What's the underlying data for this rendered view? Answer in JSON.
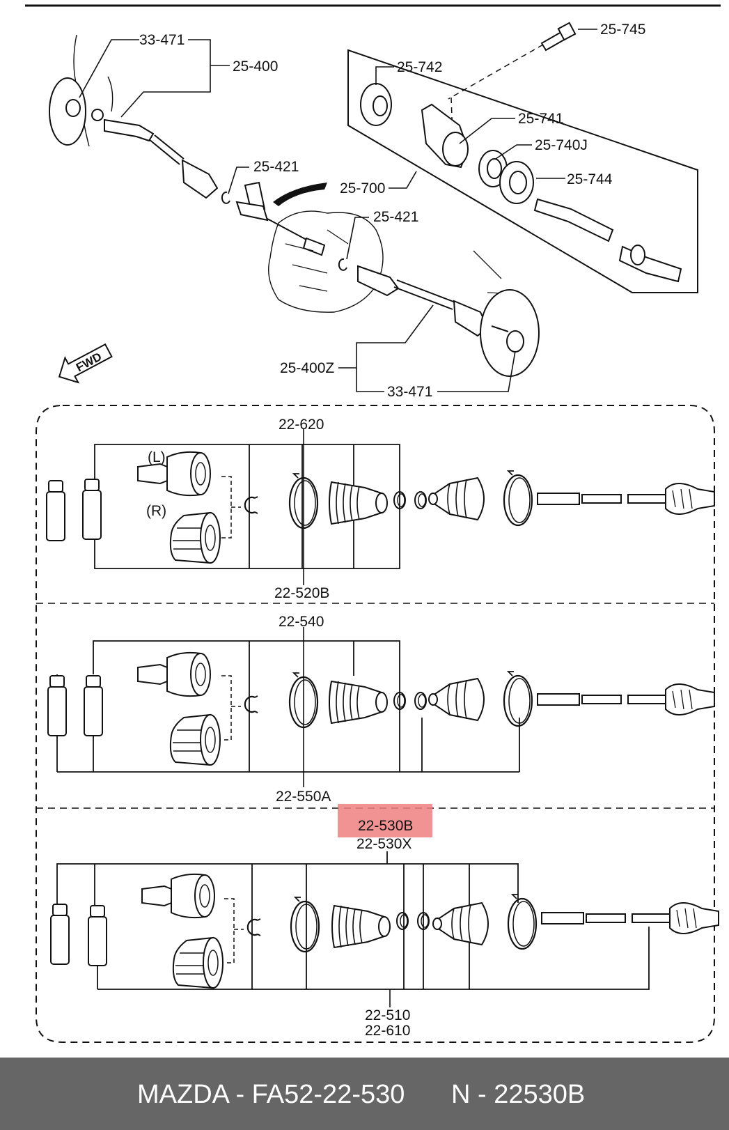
{
  "labels": {
    "l_33471_top": "33-471",
    "l_25400": "25-400",
    "l_25745": "25-745",
    "l_25742": "25-742",
    "l_25741": "25-741",
    "l_25740J": "25-740J",
    "l_25744": "25-744",
    "l_25700": "25-700",
    "l_25421_a": "25-421",
    "l_25421_b": "25-421",
    "l_25400Z": "25-400Z",
    "l_33471_bottom": "33-471",
    "fwd": "FWD",
    "l_22620": "22-620",
    "l_L": "(L)",
    "l_R": "(R)",
    "l_22520B": "22-520B",
    "l_22540": "22-540",
    "l_22550A": "22-550A",
    "l_22530B": "22-530B",
    "l_22530X": "22-530X",
    "l_22510": "22-510",
    "l_22610": "22-610"
  },
  "highlight": {
    "color": "#f08080",
    "target": "22-530B"
  },
  "caption": {
    "left": "MAZDA - FA52-22-530",
    "right": "N - 22530B",
    "background": "#666666",
    "text_color": "#ffffff"
  }
}
